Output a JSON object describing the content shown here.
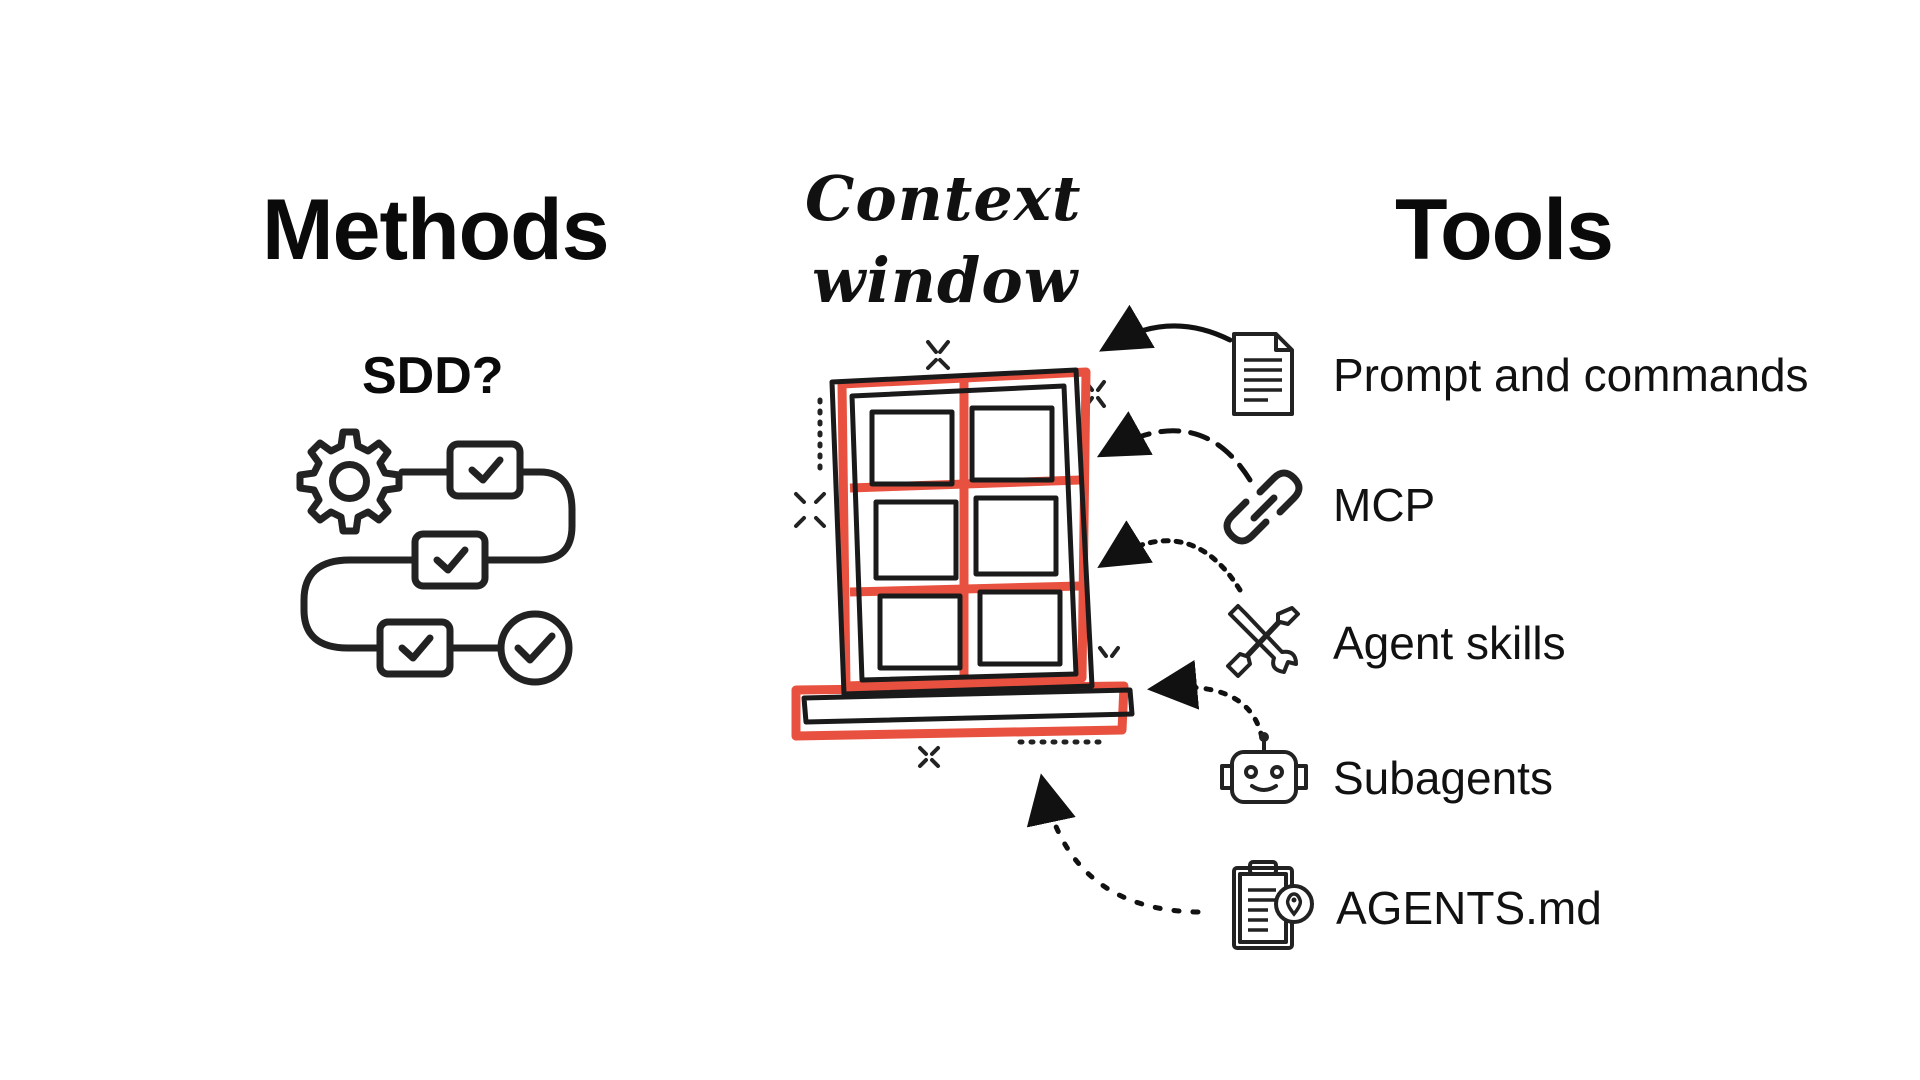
{
  "methods": {
    "title": "Methods",
    "subtitle": "SDD?",
    "icons": [
      "gear-icon",
      "checkbox-icon",
      "check-circle-icon"
    ]
  },
  "center": {
    "title_line1": "Context",
    "title_line2": "window",
    "icon": "window-icon",
    "accent_color": "#e8513f"
  },
  "tools": {
    "title": "Tools",
    "items": [
      {
        "label": "Prompt and commands",
        "icon": "document-icon",
        "arrow": "solid"
      },
      {
        "label": "MCP",
        "icon": "link-icon",
        "arrow": "dashed"
      },
      {
        "label": "Agent skills",
        "icon": "wrench-screwdriver-icon",
        "arrow": "dotted"
      },
      {
        "label": "Subagents",
        "icon": "robot-icon",
        "arrow": "dotted"
      },
      {
        "label": "AGENTS.md",
        "icon": "clipboard-icon",
        "arrow": "dotted"
      }
    ]
  }
}
